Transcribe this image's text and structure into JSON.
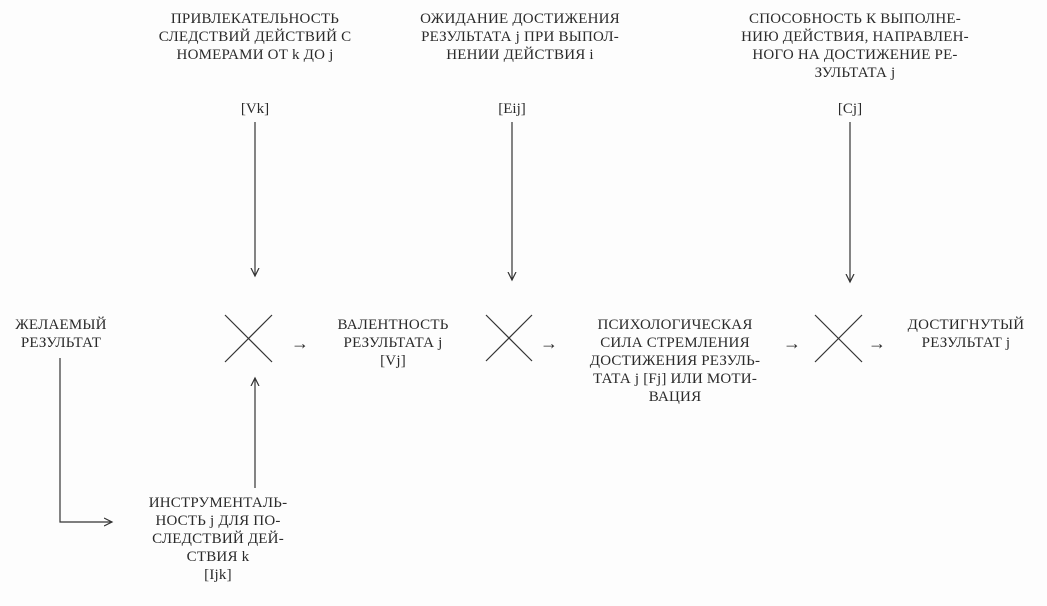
{
  "nodes": {
    "attractiveness": {
      "lines": [
        "ПРИВЛЕКАТЕЛЬНОСТЬ",
        "СЛЕДСТВИЙ ДЕЙСТВИЙ С",
        "НОМЕРАМИ ОТ k ДО j"
      ],
      "symbol": "[Vk]"
    },
    "expectation": {
      "lines": [
        "ОЖИДАНИЕ ДОСТИЖЕНИЯ",
        "РЕЗУЛЬТАТА j ПРИ ВЫПОЛ-",
        "НЕНИИ ДЕЙСТВИЯ i"
      ],
      "symbol": "[Eij]"
    },
    "ability": {
      "lines": [
        "СПОСОБНОСТЬ К ВЫПОЛНЕ-",
        "НИЮ ДЕЙСТВИЯ, НАПРАВЛЕН-",
        "НОГО НА ДОСТИЖЕНИЕ РЕ-",
        "ЗУЛЬТАТА j"
      ],
      "symbol": "[Cj]"
    },
    "desired": {
      "lines": [
        "ЖЕЛАЕМЫЙ",
        "РЕЗУЛЬТАТ"
      ]
    },
    "valence": {
      "lines": [
        "ВАЛЕНТНОСТЬ",
        "РЕЗУЛЬТАТА j",
        "[Vj]"
      ]
    },
    "force": {
      "lines": [
        "ПСИХОЛОГИЧЕСКАЯ",
        "СИЛА СТРЕМЛЕНИЯ",
        "ДОСТИЖЕНИЯ РЕЗУЛЬ-",
        "ТАТА j [Fj] ИЛИ МОТИ-",
        "ВАЦИЯ"
      ]
    },
    "achieved": {
      "lines": [
        "ДОСТИГНУТЫЙ",
        "РЕЗУЛЬТАТ j"
      ]
    },
    "instrumentality": {
      "lines": [
        "ИНСТРУМЕНТАЛЬ-",
        "НОСТЬ j ДЛЯ ПО-",
        "СЛЕДСТВИЙ ДЕЙ-",
        "СТВИЯ k",
        "[Ijk]"
      ]
    }
  },
  "arrow_glyph": "→"
}
